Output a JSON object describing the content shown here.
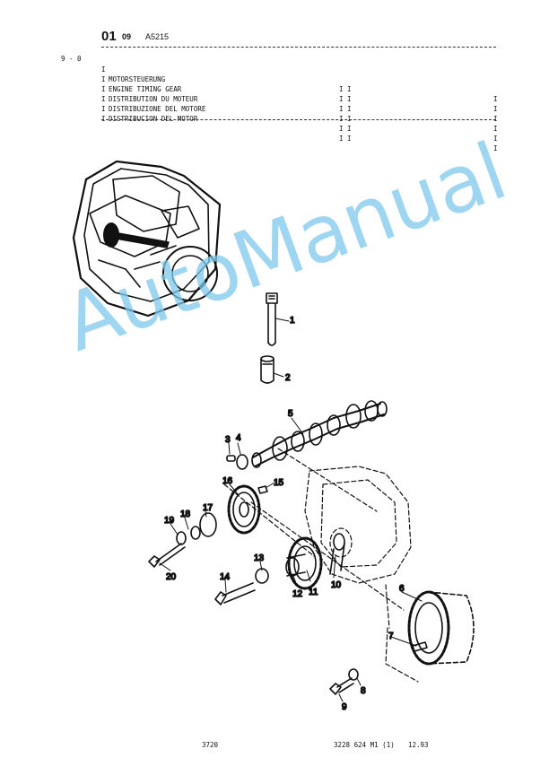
{
  "header": {
    "group": "01",
    "subgroup": "09",
    "code": "A5215"
  },
  "section_number": "9 - 0",
  "titles": [
    "MOTORSTEUERUNG",
    "ENGINE TIMING GEAR",
    "DISTRIBUTION DU MOTEUR",
    "DISTRIBUZIONE DEL MOTORE",
    "DISTRIBUCION DEL MOTOR",
    ""
  ],
  "table_borders": {
    "left": "I",
    "middle": "I I",
    "right": "I"
  },
  "callouts": [
    "1",
    "2",
    "3",
    "4",
    "5",
    "6",
    "7",
    "8",
    "9",
    "10",
    "11",
    "12",
    "13",
    "14",
    "15",
    "16",
    "17",
    "18",
    "19",
    "20"
  ],
  "watermark": "AutoManual",
  "footer": {
    "page": "3720",
    "document": "3228 624 M1 (1)",
    "date": "12.93"
  }
}
